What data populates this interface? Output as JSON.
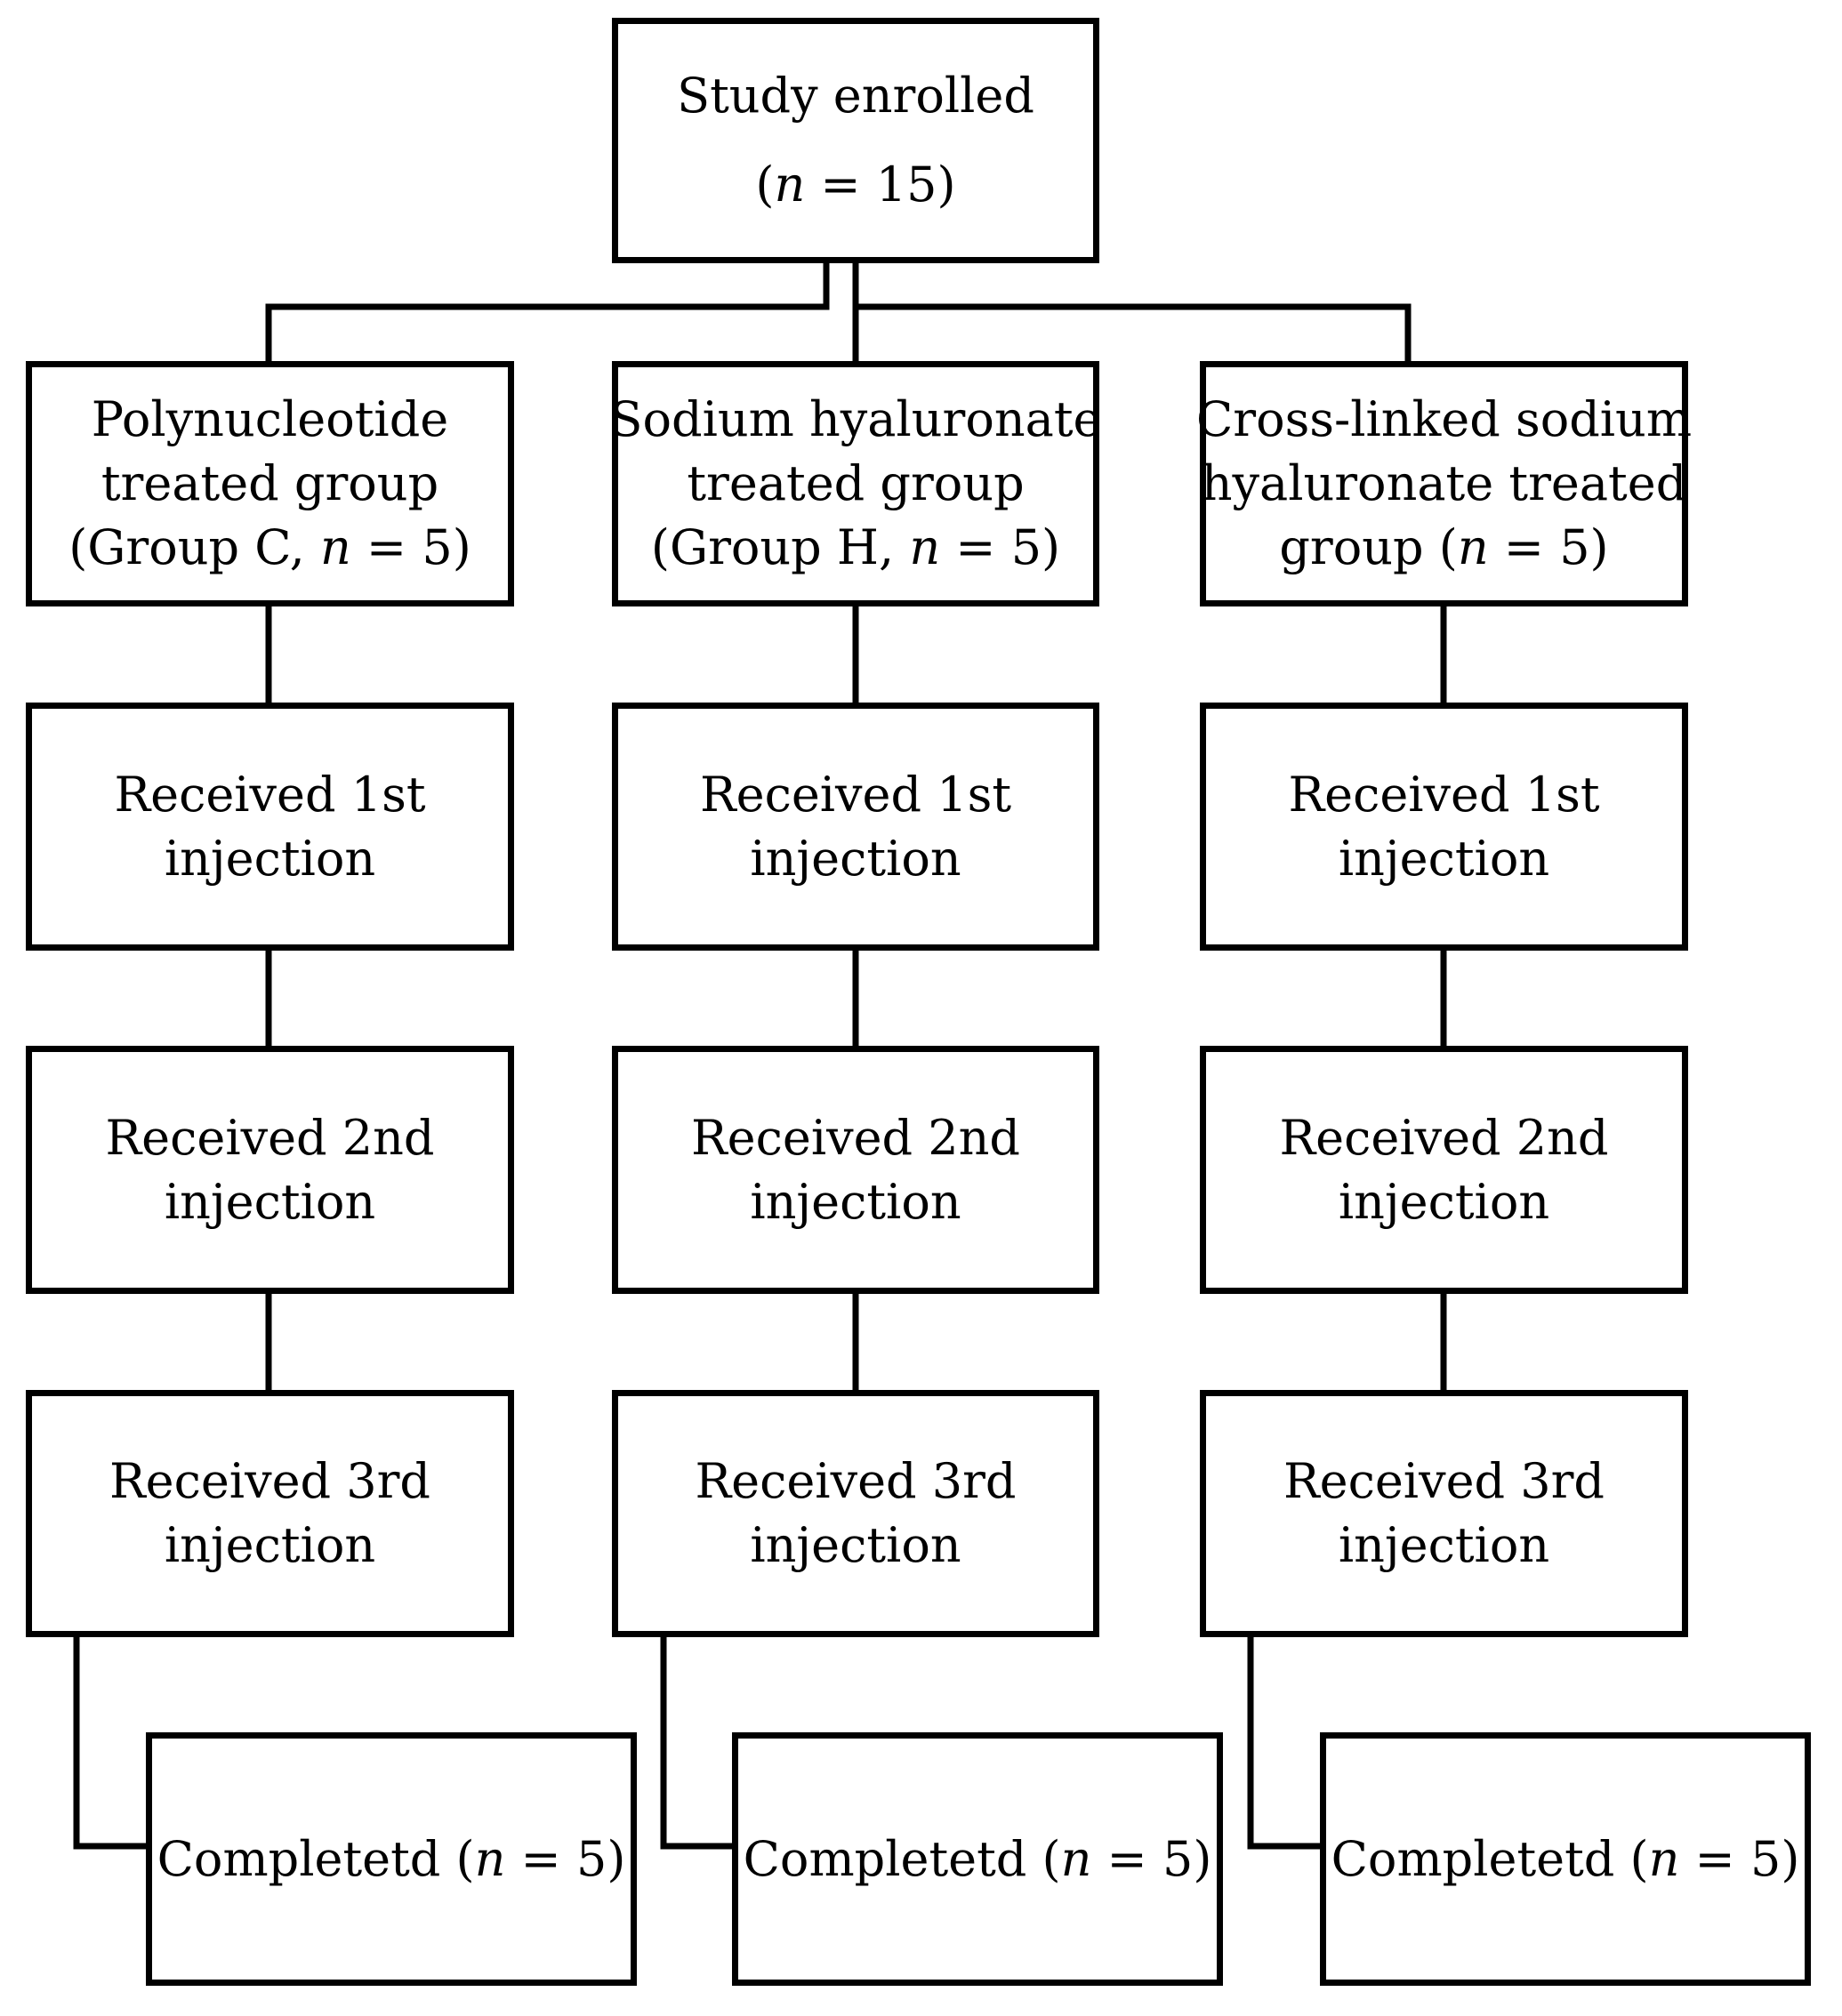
{
  "root": {
    "lines": [
      "Study enrolled",
      "(n = 15)"
    ]
  },
  "groups": [
    {
      "id": "c",
      "lines": [
        "Polynucleotide",
        "treated group",
        "(Group C, n = 5)"
      ],
      "steps": [
        [
          "Received 1st",
          "injection"
        ],
        [
          "Received 2nd",
          "injection"
        ],
        [
          "Received 3rd",
          "injection"
        ]
      ],
      "completed": "Completetd (n = 5)"
    },
    {
      "id": "h",
      "lines": [
        "Sodium hyaluronate",
        "treated group",
        "(Group H, n = 5)"
      ],
      "steps": [
        [
          "Received 1st",
          "injection"
        ],
        [
          "Received 2nd",
          "injection"
        ],
        [
          "Received 3rd",
          "injection"
        ]
      ],
      "completed": "Completetd (n = 5)"
    },
    {
      "id": "x",
      "lines": [
        "Cross-linked sodium",
        "hyaluronate treated",
        "group (n = 5)"
      ],
      "steps": [
        [
          "Received 1st",
          "injection"
        ],
        [
          "Received 2nd",
          "injection"
        ],
        [
          "Received 3rd",
          "injection"
        ]
      ],
      "completed": "Completetd (n = 5)"
    }
  ],
  "colors": {
    "stroke": "#000000",
    "background": "#ffffff"
  }
}
